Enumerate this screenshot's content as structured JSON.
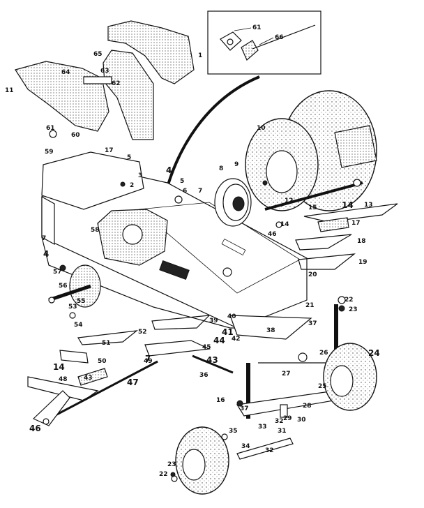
{
  "diagram": {
    "callout_labels": [
      "61",
      "66"
    ],
    "part_labels": [
      "1",
      "64",
      "65",
      "63",
      "62",
      "61",
      "60",
      "59",
      "17",
      "5",
      "3",
      "2",
      "4",
      "5",
      "6",
      "8",
      "9",
      "10",
      "11",
      "7",
      "12",
      "13",
      "14",
      "15",
      "14",
      "46",
      "17",
      "18",
      "19",
      "20",
      "21",
      "22",
      "23",
      "24",
      "7",
      "4",
      "58",
      "57",
      "56",
      "55",
      "53",
      "54",
      "52",
      "51",
      "39",
      "40",
      "45",
      "44",
      "41",
      "42",
      "38",
      "37",
      "27",
      "43",
      "36",
      "49",
      "50",
      "14",
      "48",
      "47",
      "46",
      "43",
      "16",
      "37",
      "33",
      "32",
      "31",
      "29",
      "30",
      "28",
      "26",
      "25",
      "35",
      "34",
      "32",
      "23",
      "22",
      "7"
    ]
  }
}
